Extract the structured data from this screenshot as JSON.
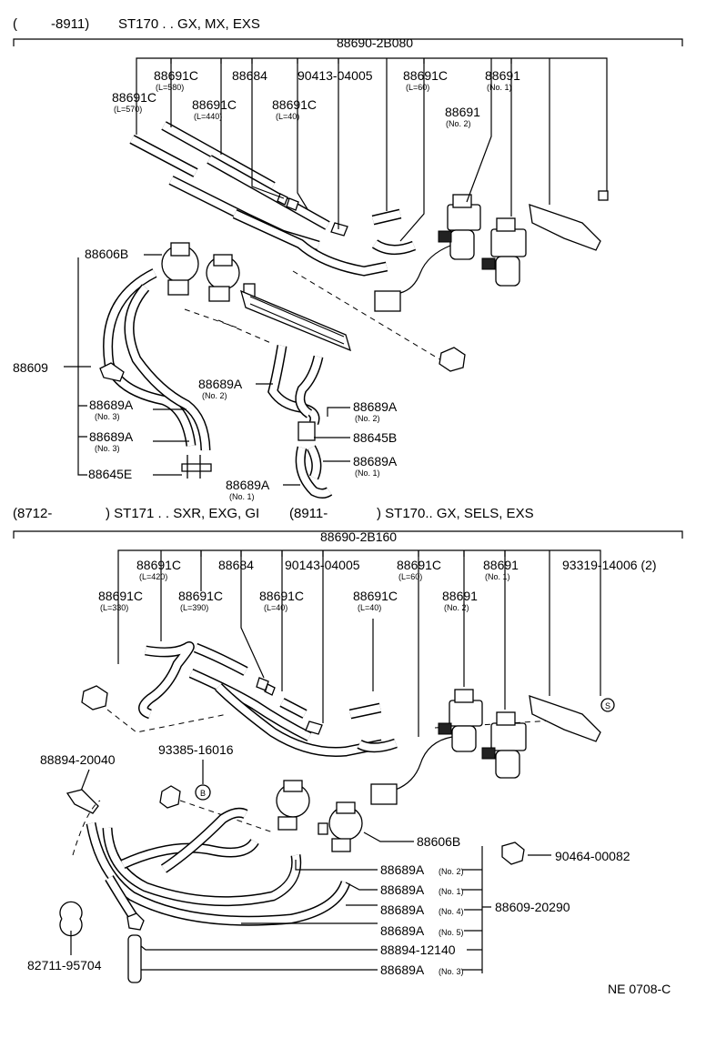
{
  "section1": {
    "heading_open": "(",
    "heading_range": "-8911)",
    "heading_models": "ST170 . . GX, MX, EXS",
    "assembly": "88690-2B080",
    "labels": {
      "hose_570": "88691C",
      "hose_570_sub": "(L=570)",
      "hose_580": "88691C",
      "hose_580_sub": "(L=580)",
      "hose_440": "88691C",
      "hose_440_sub": "(L=440)",
      "part_88684": "88684",
      "hose_40": "88691C",
      "hose_40_sub": "(L=40)",
      "part_90413": "90413-04005",
      "hose_60": "88691C",
      "hose_60_sub": "(L=60)",
      "valve_no1": "88691",
      "valve_no1_sub": "(No. 1)",
      "valve_no2": "88691",
      "valve_no2_sub": "(No. 2)",
      "vsv": "88606B",
      "hose_assy": "88609",
      "hose_a_no2_left": "88689A",
      "hose_a_no2_left_sub": "(No. 2)",
      "hose_a_no3_1": "88689A",
      "hose_a_no3_1_sub": "(No. 3)",
      "hose_a_no3_2": "88689A",
      "hose_a_no3_2_sub": "(No. 3)",
      "hose_a_no2_right": "88689A",
      "hose_a_no2_right_sub": "(No. 2)",
      "pipe_b": "88645B",
      "hose_a_no1_right": "88689A",
      "hose_a_no1_right_sub": "(No. 1)",
      "pipe_e": "88645E",
      "hose_a_no1_bottom": "88689A",
      "hose_a_no1_bottom_sub": "(No. 1)"
    }
  },
  "section2": {
    "heading_range1": "(8712-",
    "heading_models1": ") ST171 . . SXR, EXG, GI",
    "heading_range2": "(8911-",
    "heading_models2": ") ST170.. GX, SELS, EXS",
    "assembly": "88690-2B160",
    "labels": {
      "hose_420": "88691C",
      "hose_420_sub": "(L=420)",
      "hose_330": "88691C",
      "hose_330_sub": "(L=330)",
      "part_88684": "88684",
      "hose_390": "88691C",
      "hose_390_sub": "(L=390)",
      "part_90143": "90143-04005",
      "hose_40a": "88691C",
      "hose_40a_sub": "(L=40)",
      "hose_60": "88691C",
      "hose_60_sub": "(L=60)",
      "hose_40b": "88691C",
      "hose_40b_sub": "(L=40)",
      "valve_no1": "88691",
      "valve_no1_sub": "(No. 1)",
      "valve_no2": "88691",
      "valve_no2_sub": "(No. 2)",
      "bolt": "93319-14006 (2)",
      "bolt_marker": "S",
      "clamp_b_part": "93385-16016",
      "clamp_b_marker": "B",
      "part_88894_20040": "88894-20040",
      "vsv": "88606B",
      "clip": "90464-00082",
      "hose_a_no2": "88689A",
      "hose_a_no2_sub": "(No. 2)",
      "hose_a_no1": "88689A",
      "hose_a_no1_sub": "(No. 1)",
      "hose_a_no4": "88689A",
      "hose_a_no4_sub": "(No. 4)",
      "hose_assy": "88609-20290",
      "hose_a_no5": "88689A",
      "hose_a_no5_sub": "(No. 5)",
      "part_88894_12140": "88894-12140",
      "part_82711": "82711-95704",
      "hose_a_no3": "88689A",
      "hose_a_no3_sub": "(No. 3)"
    }
  },
  "footer": {
    "code": "NE 0708-C"
  }
}
